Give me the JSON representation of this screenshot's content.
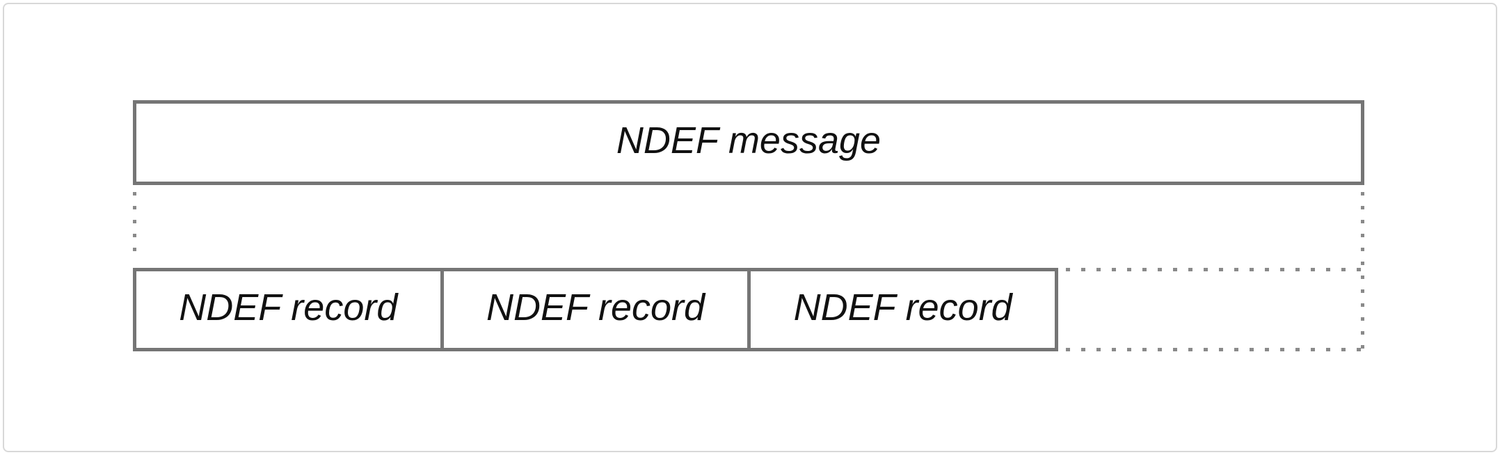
{
  "diagram": {
    "message_box": {
      "label": "NDEF message"
    },
    "records": [
      {
        "label": "NDEF record"
      },
      {
        "label": "NDEF record"
      },
      {
        "label": "NDEF record"
      }
    ],
    "colors": {
      "border": "#757575",
      "dot": "#8a8a8a",
      "text": "#111111",
      "frame": "#d8d8d8",
      "background": "#ffffff"
    }
  }
}
